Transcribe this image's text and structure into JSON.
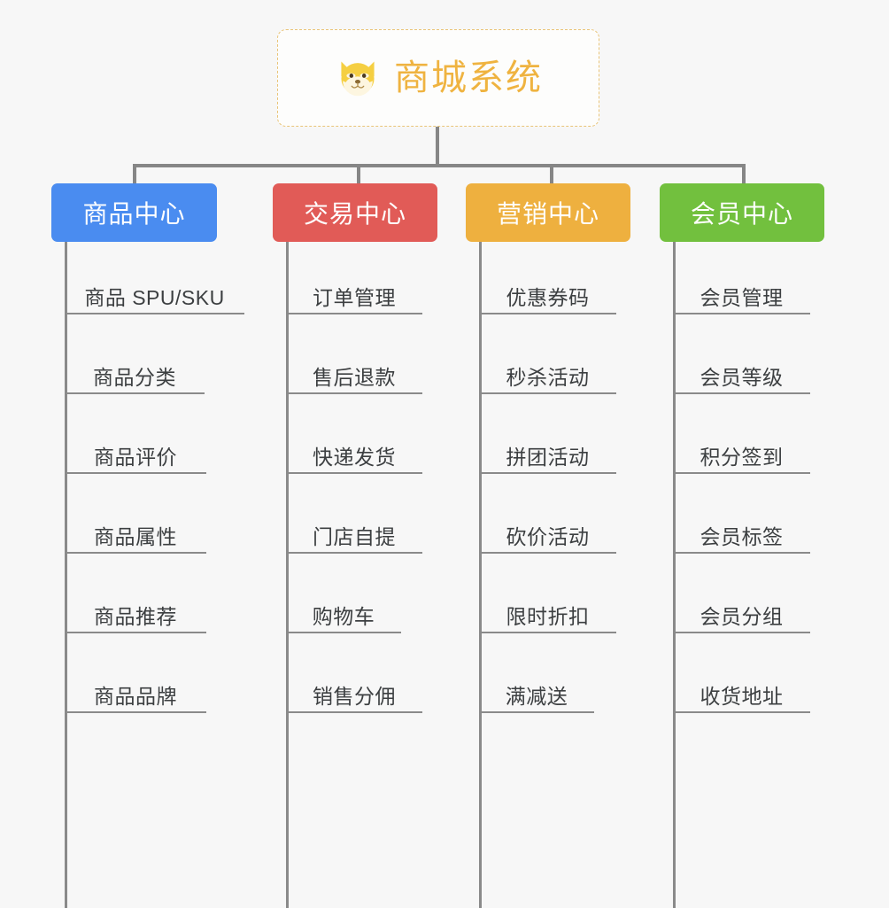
{
  "diagram": {
    "type": "mindmap",
    "background": "#f7f7f7",
    "root": {
      "title": "商城系统",
      "icon": "shiba-dog-emoji",
      "text_color": "#efb340",
      "border_color": "#e9c478",
      "background": "#fdfdfc"
    },
    "connector_color": "#868686",
    "branches": [
      {
        "label": "商品中心",
        "color": "#4a8cf0",
        "items": [
          "商品 SPU/SKU",
          "商品分类",
          "商品评价",
          "商品属性",
          "商品推荐",
          "商品品牌"
        ]
      },
      {
        "label": "交易中心",
        "color": "#e15b57",
        "items": [
          "订单管理",
          "售后退款",
          "快递发货",
          "门店自提",
          "购物车",
          "销售分佣"
        ]
      },
      {
        "label": "营销中心",
        "color": "#eeb03f",
        "items": [
          "优惠券码",
          "秒杀活动",
          "拼团活动",
          "砍价活动",
          "限时折扣",
          "满减送"
        ]
      },
      {
        "label": "会员中心",
        "color": "#72c03e",
        "items": [
          "会员管理",
          "会员等级",
          "积分签到",
          "会员标签",
          "会员分组",
          "收货地址"
        ]
      }
    ]
  }
}
